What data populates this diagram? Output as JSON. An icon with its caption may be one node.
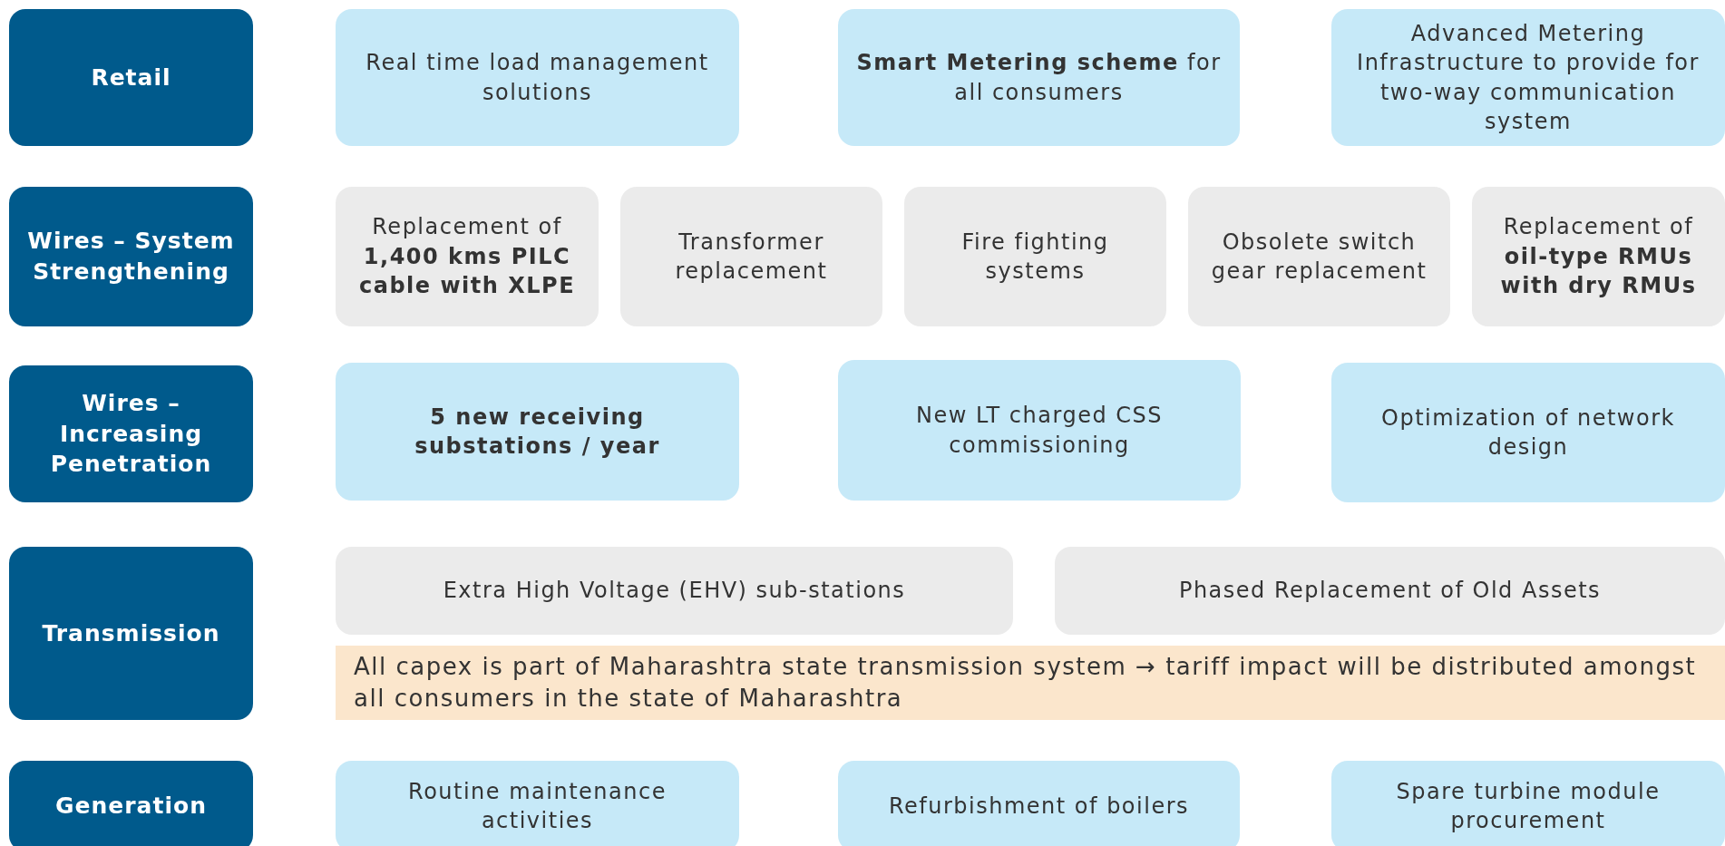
{
  "diagram": {
    "nodes": [
      {
        "text": [
          "Retail"
        ]
      },
      {
        "text": [
          "Real time load management solutions"
        ]
      },
      {
        "text": [
          "**Smart Metering scheme** for all consumers"
        ]
      },
      {
        "text": [
          "Advanced Metering Infrastructure to provide for two-way communication system"
        ]
      },
      {
        "text": [
          "Wires – System Strengthening"
        ]
      },
      {
        "text": [
          "Replacement of **1,400 kms PILC cable with XLPE**"
        ]
      },
      {
        "text": [
          "Transformer replacement"
        ]
      },
      {
        "text": [
          "Fire fighting systems"
        ]
      },
      {
        "text": [
          "Obsolete switch gear replacement"
        ]
      },
      {
        "text": [
          "Replacement of **oil-type RMUs with dry RMUs**"
        ]
      },
      {
        "text": [
          "Wires – Increasing Penetration"
        ]
      },
      {
        "text": [
          "5 new receiving substations / year"
        ]
      },
      {
        "text": [
          "New LT charged CSS commissioning"
        ]
      },
      {
        "text": [
          "Optimization of network design"
        ]
      },
      {
        "text": [
          "Transmission"
        ]
      },
      {
        "text": [
          "Extra High Voltage (EHV) sub-stations"
        ]
      },
      {
        "text": [
          "Phased Replacement of Old Assets"
        ]
      },
      {
        "text": [
          "All capex is part of Maharashtra state transmission system → tariff impact will be distributed amongst all consumers in the state of Maharashtra"
        ]
      },
      {
        "text": [
          "Generation"
        ]
      },
      {
        "text": [
          "Routine maintenance activities"
        ]
      },
      {
        "text": [
          "Refurbishment of  boilers"
        ]
      },
      {
        "text": [
          "Spare turbine module procurement"
        ]
      }
    ]
  }
}
